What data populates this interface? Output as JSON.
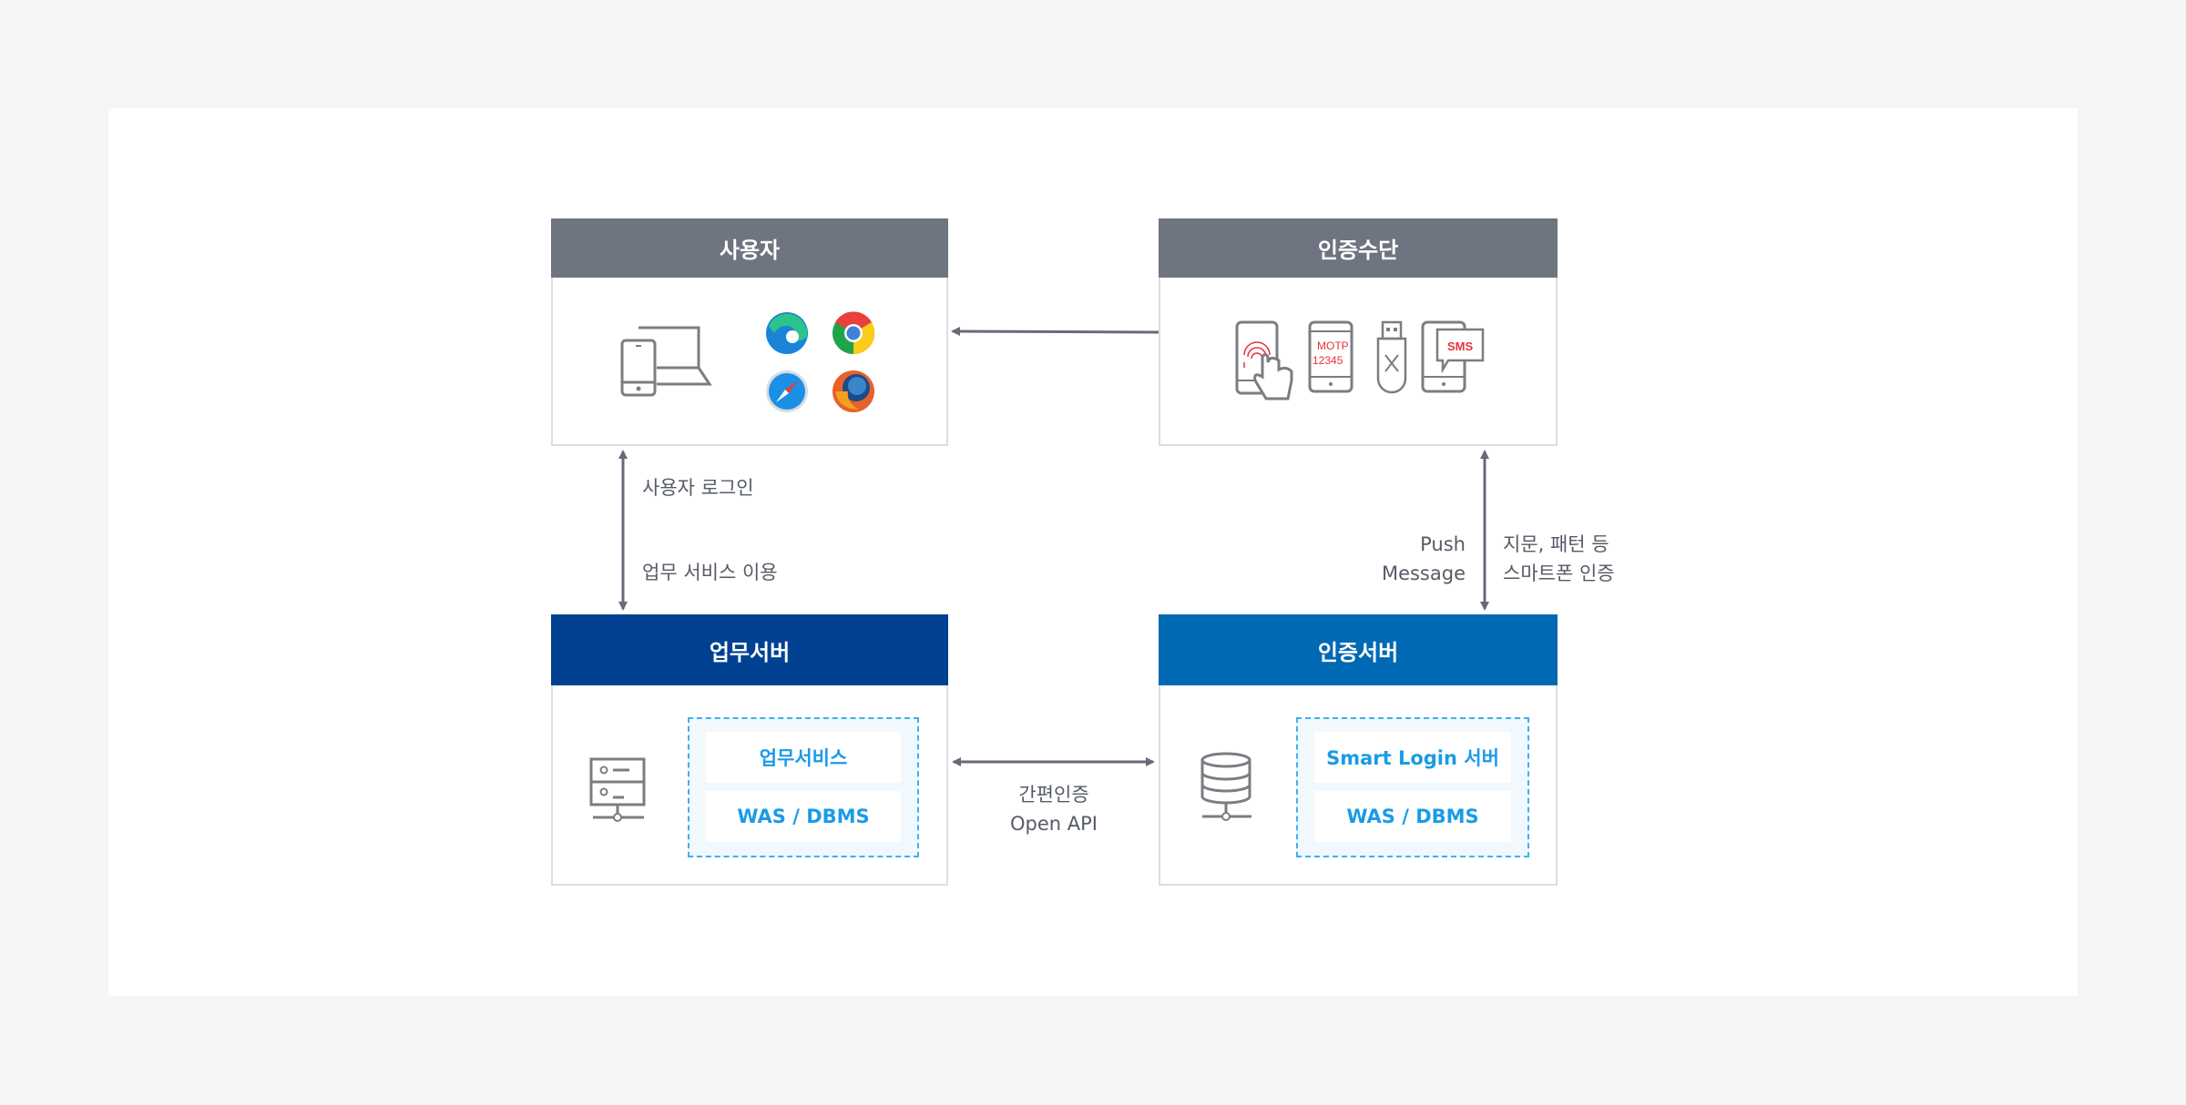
{
  "nodes": {
    "user": {
      "title": "사용자",
      "header_color": "#6e7480"
    },
    "auth_means": {
      "title": "인증수단",
      "header_color": "#6e7480",
      "motp_text": [
        "MOTP",
        "12345"
      ],
      "sms_text": "SMS"
    },
    "biz_server": {
      "title": "업무서버",
      "header_color": "#004192",
      "items": [
        "업무서비스",
        "WAS / DBMS"
      ]
    },
    "auth_server": {
      "title": "인증서버",
      "header_color": "#0069b4",
      "items": [
        "Smart Login 서버",
        "WAS / DBMS"
      ]
    }
  },
  "edges": {
    "user_biz": [
      "사용자 로그인",
      "업무 서비스 이용"
    ],
    "push": [
      "Push",
      "Message"
    ],
    "smartphone_auth": [
      "지문, 패턴 등",
      "스마트폰 인증"
    ],
    "api": [
      "간편인증",
      "Open API"
    ]
  },
  "colors": {
    "arrow": "#656b78",
    "accent": "#1a9be6",
    "alert": "#e8303a"
  }
}
